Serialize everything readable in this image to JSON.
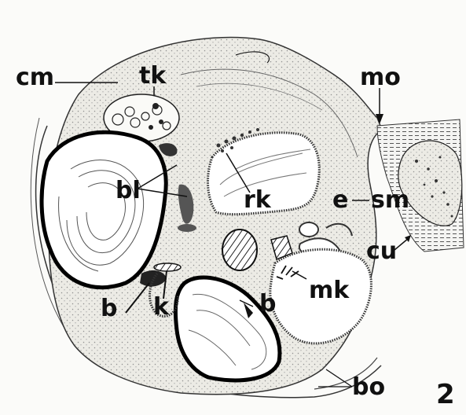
{
  "labels": {
    "cm": "cm",
    "tk": "tk",
    "mo": "mo",
    "bl": "bl",
    "rk": "rk",
    "e": "e",
    "sm": "sm",
    "cu": "cu",
    "mk": "mk",
    "b_left": "b",
    "k": "k",
    "b_right": "b",
    "bo": "bo",
    "figure_number": "2"
  },
  "colors": {
    "ink": "#111111",
    "stipple": "#9a9a9a",
    "background": "#fbfbf9",
    "body_fill": "#ebeae4"
  }
}
